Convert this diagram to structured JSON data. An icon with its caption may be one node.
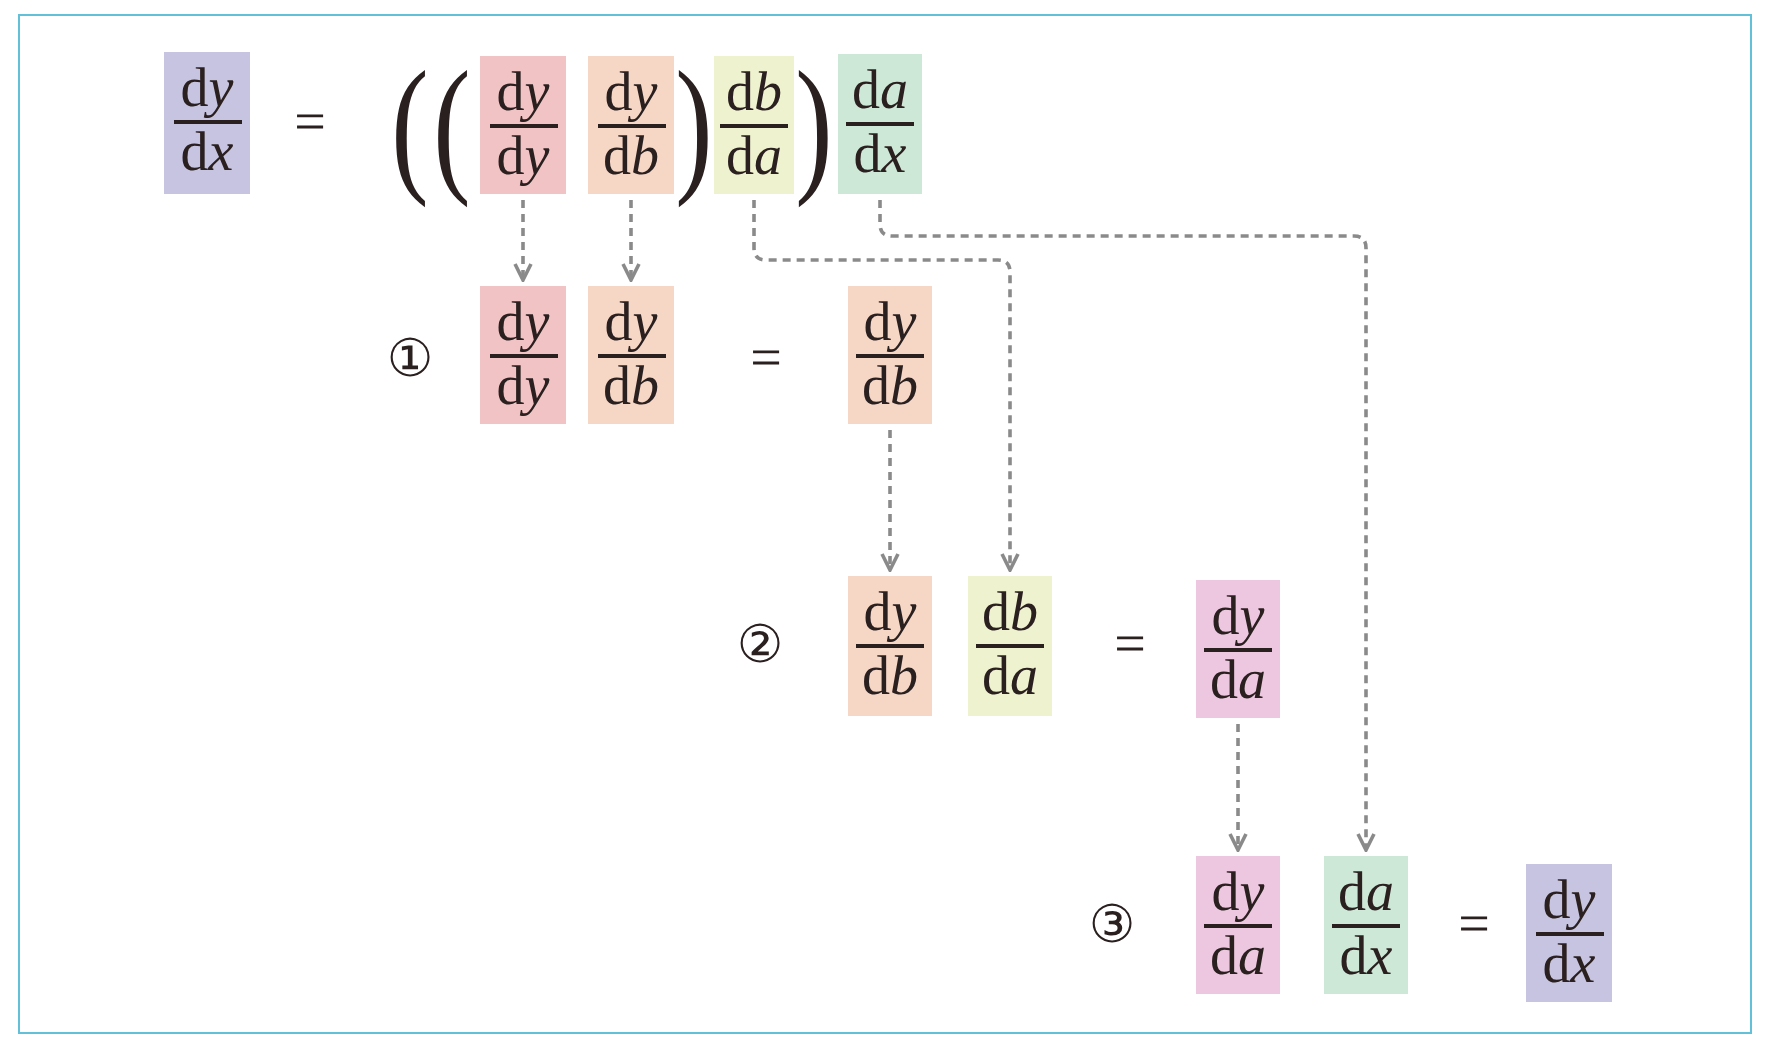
{
  "diagram": {
    "nodes": [
      {
        "text": [
          "dy",
          "dx"
        ]
      },
      {
        "text": [
          "dy",
          "dy"
        ]
      },
      {
        "text": [
          "dy",
          "db"
        ]
      },
      {
        "text": [
          "db",
          "da"
        ]
      },
      {
        "text": [
          "da",
          "dx"
        ]
      },
      {
        "text": [
          "dy",
          "dy"
        ]
      },
      {
        "text": [
          "dy",
          "db"
        ]
      },
      {
        "text": [
          "dy",
          "db"
        ]
      },
      {
        "text": [
          "dy",
          "db"
        ]
      },
      {
        "text": [
          "db",
          "da"
        ]
      },
      {
        "text": [
          "dy",
          "da"
        ]
      },
      {
        "text": [
          "dy",
          "da"
        ]
      },
      {
        "text": [
          "da",
          "dx"
        ]
      },
      {
        "text": [
          "dy",
          "dx"
        ]
      }
    ],
    "edges": [
      {
        "from": 1,
        "to": 5,
        "arrow": "to",
        "style": "dashed"
      },
      {
        "from": 2,
        "to": 6,
        "arrow": "to",
        "style": "dashed"
      },
      {
        "from": 3,
        "to": 9,
        "arrow": "to",
        "style": "dashed"
      },
      {
        "from": 4,
        "to": 12,
        "arrow": "to",
        "style": "dashed"
      },
      {
        "from": 7,
        "to": 8,
        "arrow": "to",
        "style": "dashed"
      },
      {
        "from": 10,
        "to": 11,
        "arrow": "to",
        "style": "dashed"
      }
    ],
    "labels": [
      "=",
      "(",
      "(",
      ")",
      ")",
      "①",
      "=",
      "②",
      "=",
      "③",
      "="
    ]
  }
}
